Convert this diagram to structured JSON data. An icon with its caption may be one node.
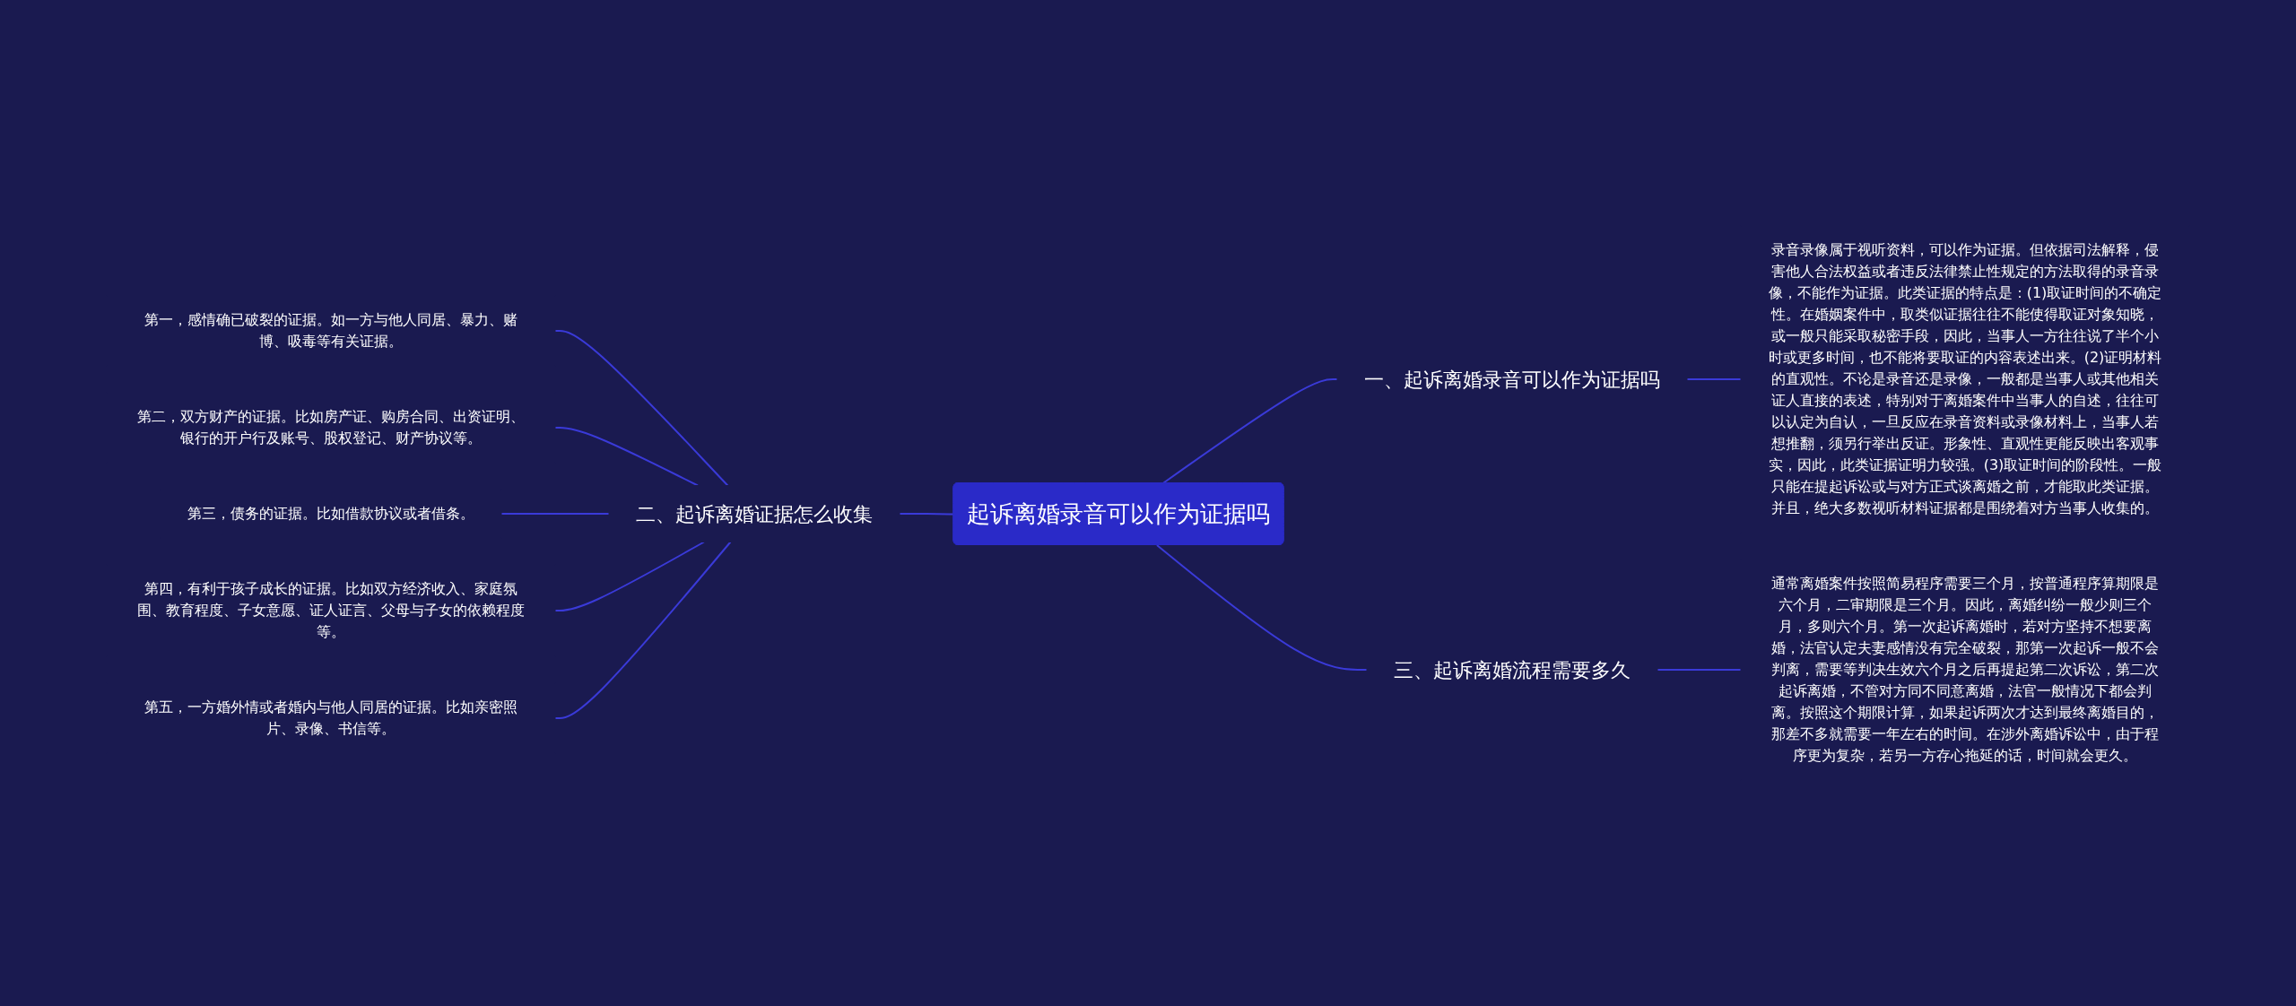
{
  "diagram": {
    "nodes": [
      {
        "text": [
          "起诉离婚录音可以作为证据吗"
        ]
      },
      {
        "text": [
          "一、起诉离婚录音可以作为证据吗"
        ]
      },
      {
        "text": [
          "录音录像属于视听资料，可以作为证据。但依据司法解释，侵害他人合法权益或者违反法律禁止性规定的方法取得的录音录像，不能作为证据。此类证据的特点是：(1)取证时间的不确定性。在婚姻案件中，取类似证据往往不能使得取证对象知晓，或一般只能采取秘密手段，因此，当事人一方往往说了半个小时或更多时间，也不能将要取证的内容表述出来。(2)证明材料的直观性。不论是录音还是录像，一般都是当事人或其他相关证人直接的表述，特别对于离婚案件中当事人的自述，往往可以认定为自认，一旦反应在录音资料或录像材料上，当事人若想推翻，须另行举出反证。形象性、直观性更能反映出客观事实，因此，此类证据证明力较强。(3)取证时间的阶段性。一般只能在提起诉讼或与对方正式谈离婚之前，才能取此类证据。并且，绝大多数视听材料证据都是围绕着对方当事人收集的。"
        ]
      },
      {
        "text": [
          "二、起诉离婚证据怎么收集"
        ]
      },
      {
        "text": [
          "第一，感情确已破裂的证据。如一方与他人同居、暴力、赌博、吸毒等有关证据。"
        ]
      },
      {
        "text": [
          "第二，双方财产的证据。比如房产证、购房合同、出资证明、银行的开户行及账号、股权登记、财产协议等。"
        ]
      },
      {
        "text": [
          "第三，债务的证据。比如借款协议或者借条。"
        ]
      },
      {
        "text": [
          "第四，有利于孩子成长的证据。比如双方经济收入、家庭氛围、教育程度、子女意愿、证人证言、父母与子女的依赖程度等。"
        ]
      },
      {
        "text": [
          "第五，一方婚外情或者婚内与他人同居的证据。比如亲密照片、录像、书信等。"
        ]
      },
      {
        "text": [
          "三、起诉离婚流程需要多久"
        ]
      },
      {
        "text": [
          "通常离婚案件按照简易程序需要三个月，按普通程序算期限是六个月，二审期限是三个月。因此，离婚纠纷一般少则三个月，多则六个月。第一次起诉离婚时，若对方坚持不想要离婚，法官认定夫妻感情没有完全破裂，那第一次起诉一般不会判离，需要等判决生效六个月之后再提起第二次诉讼，第二次起诉离婚，不管对方同不同意离婚，法官一般情况下都会判离。按照这个期限计算，如果起诉两次才达到最终离婚目的，那差不多就需要一年左右的时间。在涉外离婚诉讼中，由于程序更为复杂，若另一方存心拖延的话，时间就会更久。"
        ]
      }
    ],
    "edges": [
      {
        "from": 0,
        "to": 1,
        "arrow": "none"
      },
      {
        "from": 1,
        "to": 2,
        "arrow": "none"
      },
      {
        "from": 3,
        "to": 0,
        "arrow": "none"
      },
      {
        "from": 4,
        "to": 3,
        "arrow": "none"
      },
      {
        "from": 5,
        "to": 3,
        "arrow": "none"
      },
      {
        "from": 6,
        "to": 3,
        "arrow": "none"
      },
      {
        "from": 7,
        "to": 3,
        "arrow": "none"
      },
      {
        "from": 8,
        "to": 3,
        "arrow": "none"
      },
      {
        "from": 0,
        "to": 9,
        "arrow": "none"
      },
      {
        "from": 9,
        "to": 10,
        "arrow": "none"
      }
    ]
  }
}
